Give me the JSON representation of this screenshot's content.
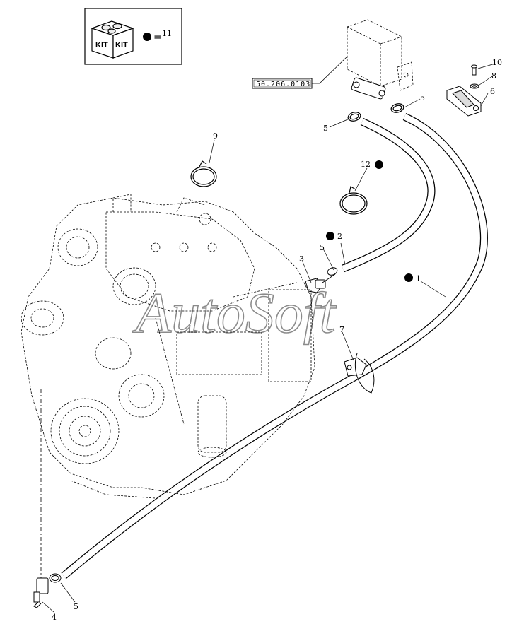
{
  "kit_legend": {
    "kit_label_left": "KIT",
    "kit_label_right": "KIT",
    "equals": "=",
    "number": "11"
  },
  "reference": {
    "code": "50.206.0103"
  },
  "callouts": [
    {
      "id": "c10",
      "text": "10"
    },
    {
      "id": "c8",
      "text": "8"
    },
    {
      "id": "c6",
      "text": "6"
    },
    {
      "id": "c5a",
      "text": "5"
    },
    {
      "id": "c5b",
      "text": "5"
    },
    {
      "id": "c9",
      "text": "9"
    },
    {
      "id": "c12",
      "text": "12"
    },
    {
      "id": "c2",
      "text": "2"
    },
    {
      "id": "c3",
      "text": "3"
    },
    {
      "id": "c5c",
      "text": "5"
    },
    {
      "id": "c1",
      "text": "1"
    },
    {
      "id": "c7",
      "text": "7"
    },
    {
      "id": "c4",
      "text": "4"
    },
    {
      "id": "c5d",
      "text": "5"
    }
  ],
  "watermark": "AutoSoft"
}
